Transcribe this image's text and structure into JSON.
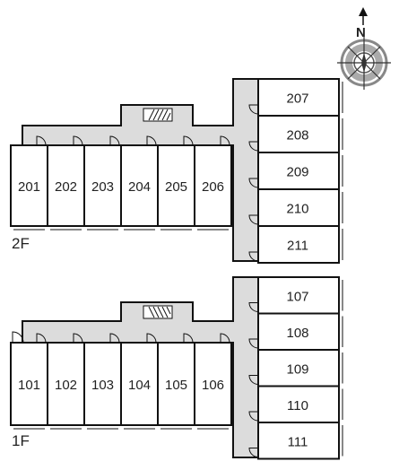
{
  "compass": {
    "north_label": "N"
  },
  "floors": [
    {
      "label": "2F",
      "left_units": [
        "201",
        "202",
        "203",
        "204",
        "205",
        "206"
      ],
      "right_units": [
        "207",
        "208",
        "209",
        "210",
        "211"
      ]
    },
    {
      "label": "1F",
      "left_units": [
        "101",
        "102",
        "103",
        "104",
        "105",
        "106"
      ],
      "right_units": [
        "107",
        "108",
        "109",
        "110",
        "111"
      ]
    }
  ],
  "colors": {
    "corridor": "#dcdcdc",
    "wall": "#111111",
    "unit": "#ffffff",
    "compass_ring": "#8c8c8c"
  }
}
